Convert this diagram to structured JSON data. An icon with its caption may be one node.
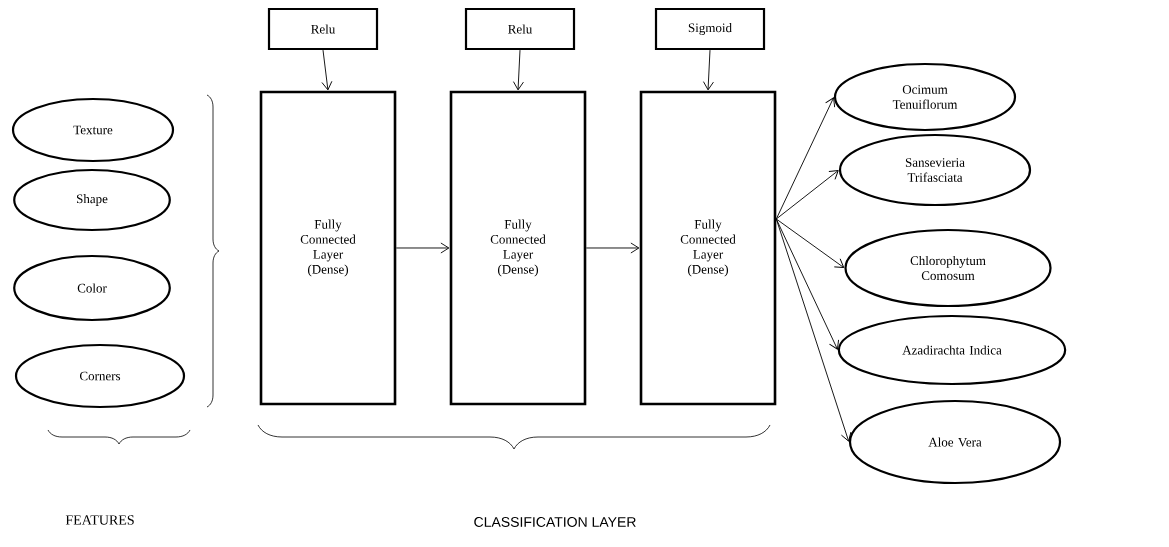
{
  "diagram": {
    "nodes": [
      {
        "text": [
          "Texture"
        ]
      },
      {
        "text": [
          "Shape"
        ]
      },
      {
        "text": [
          "Color"
        ]
      },
      {
        "text": [
          "Corners"
        ]
      },
      {
        "text": [
          "Relu"
        ]
      },
      {
        "text": [
          "Relu"
        ]
      },
      {
        "text": [
          "Sigmoid"
        ]
      },
      {
        "text": [
          "Fully Connected Layer (Dense)"
        ]
      },
      {
        "text": [
          "Fully Connected Layer (Dense)"
        ]
      },
      {
        "text": [
          "Fully Connected Layer (Dense)"
        ]
      },
      {
        "text": [
          "Ocimum Tenuiflorum"
        ]
      },
      {
        "text": [
          "Sansevieria Trifasciata"
        ]
      },
      {
        "text": [
          "Chlorophytum Comosum"
        ]
      },
      {
        "text": [
          "Azadirachta Indica"
        ]
      },
      {
        "text": [
          "Aloe Vera"
        ]
      }
    ],
    "edges": [
      {
        "from": 4,
        "to": 7,
        "arrow": "to"
      },
      {
        "from": 5,
        "to": 8,
        "arrow": "to"
      },
      {
        "from": 6,
        "to": 9,
        "arrow": "to"
      },
      {
        "from": 7,
        "to": 8,
        "arrow": "to"
      },
      {
        "from": 8,
        "to": 9,
        "arrow": "to"
      },
      {
        "from": 9,
        "to": 10,
        "arrow": "to"
      },
      {
        "from": 9,
        "to": 11,
        "arrow": "to"
      },
      {
        "from": 9,
        "to": 12,
        "arrow": "to"
      },
      {
        "from": 9,
        "to": 13,
        "arrow": "to"
      },
      {
        "from": 9,
        "to": 14,
        "arrow": "to"
      }
    ],
    "labels": [
      "FEATURES",
      "CLASSIFICATION LAYER"
    ]
  }
}
